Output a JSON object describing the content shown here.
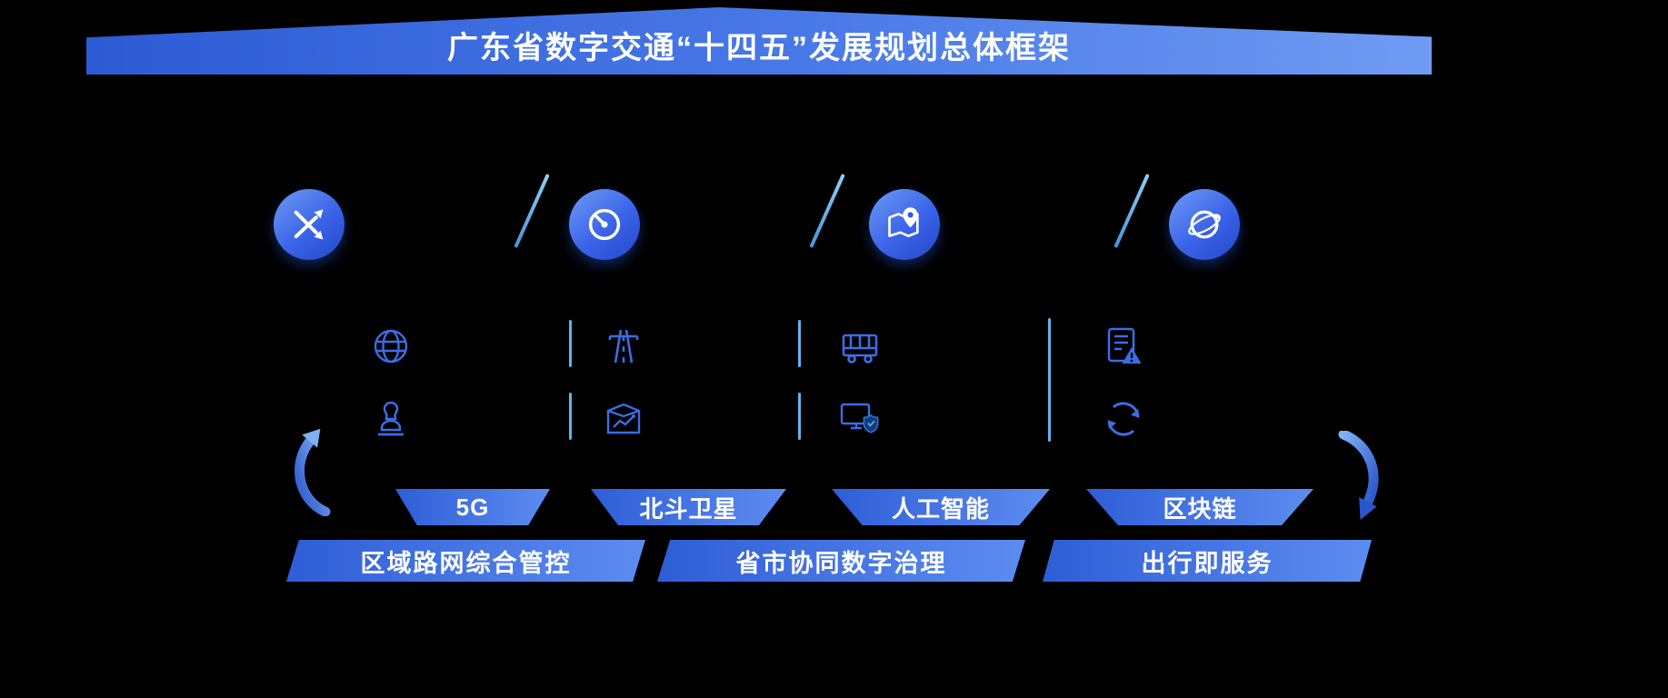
{
  "banner": {
    "title": "广东省数字交通“十四五”发展规划总体框架"
  },
  "tech_tags": [
    {
      "label": "5G"
    },
    {
      "label": "北斗卫星"
    },
    {
      "label": "人工智能"
    },
    {
      "label": "区块链"
    }
  ],
  "goals": [
    {
      "label": "区域路网综合管控"
    },
    {
      "label": "省市协同数字治理"
    },
    {
      "label": "出行即服务"
    }
  ],
  "icons": {
    "pillars": [
      "crossing-arrows-icon",
      "gauge-icon",
      "map-pin-icon",
      "globe-orbit-icon"
    ],
    "capability_row1": [
      "globe-wireframe-icon",
      "highway-icon",
      "bus-icon",
      "document-alert-icon"
    ],
    "capability_row2": [
      "stamp-icon",
      "box-chart-icon",
      "monitor-shield-icon",
      "cycle-arrows-icon"
    ],
    "flow_arrows": [
      "curved-arrow-up-icon",
      "curved-arrow-down-icon"
    ]
  },
  "colors": {
    "background": "#000000",
    "banner_gradient_start": "#2c5bd4",
    "banner_gradient_end": "#6f9bf2",
    "circle_gradient_start": "#6e9bf5",
    "circle_gradient_end": "#2348c8",
    "trapezoid_gradient_start": "#2e5ed6",
    "trapezoid_gradient_end": "#5d8cf0",
    "divider_blue": "#62b4ec",
    "icon_blue": "#3c6de2",
    "text": "#ffffff"
  }
}
